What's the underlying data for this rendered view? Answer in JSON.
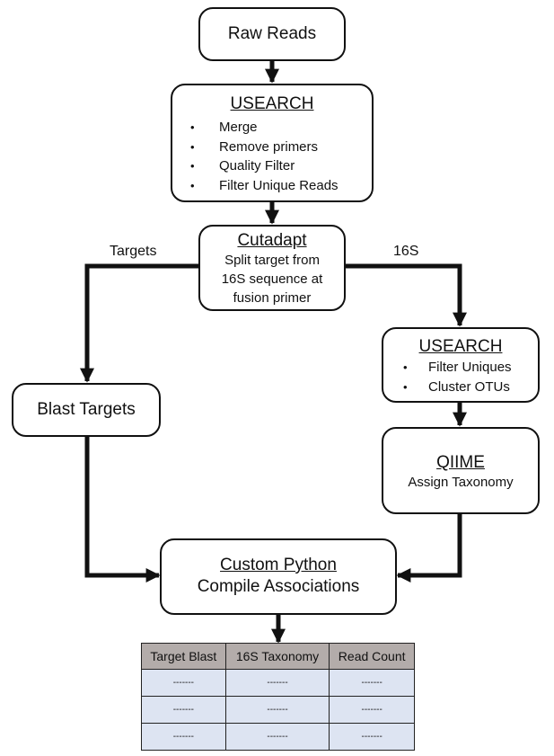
{
  "nodes": {
    "raw_reads": {
      "title": "Raw Reads"
    },
    "usearch1": {
      "title": "USEARCH",
      "items": [
        "Merge",
        "Remove primers",
        "Quality Filter",
        "Filter Unique Reads"
      ]
    },
    "cutadapt": {
      "title": "Cutadapt",
      "lines": [
        "Split target from",
        "16S sequence at",
        "fusion primer"
      ]
    },
    "blast_targets": {
      "title": "Blast Targets"
    },
    "usearch2": {
      "title": "USEARCH",
      "items": [
        "Filter Uniques",
        "Cluster OTUs"
      ]
    },
    "qiime": {
      "title": "QIIME",
      "subtitle": "Assign Taxonomy"
    },
    "python": {
      "title": "Custom Python",
      "subtitle": "Compile Associations"
    }
  },
  "edge_labels": {
    "targets": "Targets",
    "s16": "16S"
  },
  "bullet_glyph": "•",
  "table": {
    "headers": [
      "Target Blast",
      "16S Taxonomy",
      "Read Count"
    ],
    "rows": [
      [
        "-------",
        "-------",
        "-------"
      ],
      [
        "-------",
        "-------",
        "-------"
      ],
      [
        "-------",
        "-------",
        "-------"
      ]
    ]
  }
}
